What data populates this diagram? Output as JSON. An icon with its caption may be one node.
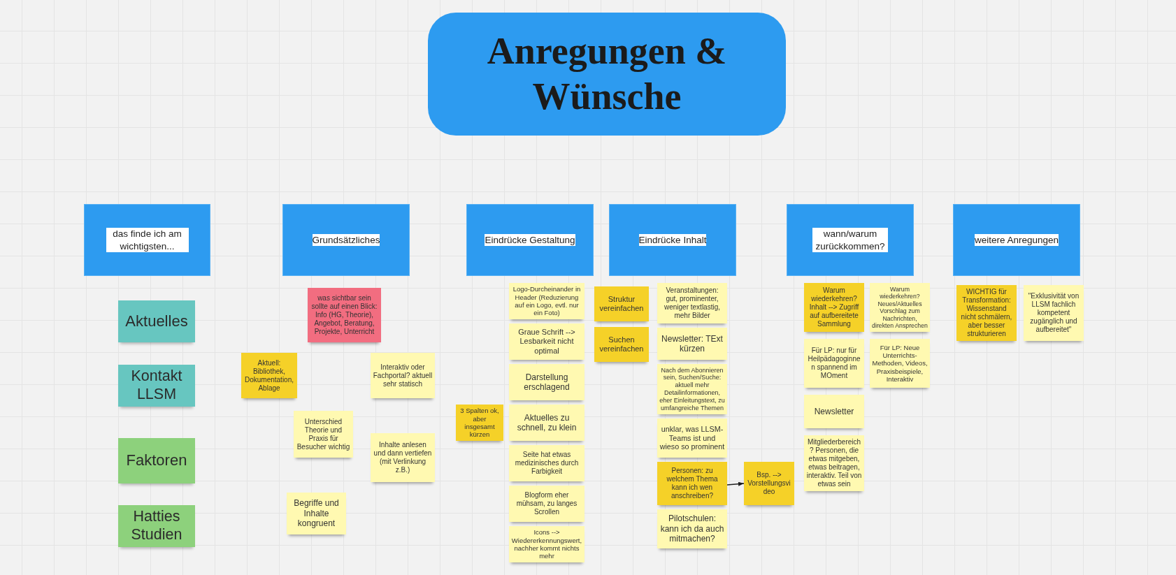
{
  "diagram": {
    "title": "Anregungen & Wünsche",
    "nodes": [
      {
        "text": [
          "das finde ich am wichtigsten..."
        ]
      },
      {
        "text": [
          "Aktuelles"
        ]
      },
      {
        "text": [
          "Kontakt LLSM"
        ]
      },
      {
        "text": [
          "Faktoren"
        ]
      },
      {
        "text": [
          "Hatties Studien"
        ]
      },
      {
        "text": [
          "Grundsätzliches"
        ]
      },
      {
        "text": [
          "was sichtbar sein sollte auf einen Blick: Info (HG, Theorie), Angebot, Beratung, Projekte, Unterricht"
        ]
      },
      {
        "text": [
          "Aktuell: Bibliothek, Dokumentation, Ablage"
        ]
      },
      {
        "text": [
          "Interaktiv oder Fachportal? aktuell sehr statisch"
        ]
      },
      {
        "text": [
          "Unterschied Theorie und Praxis für Besucher wichtig"
        ]
      },
      {
        "text": [
          "Inhalte anlesen und dann vertiefen (mit Verlinkung z.B.)"
        ]
      },
      {
        "text": [
          "Begriffe und Inhalte kongruent"
        ]
      },
      {
        "text": [
          "Eindrücke Gestaltung"
        ]
      },
      {
        "text": [
          "Logo-Durcheinander in Header (Reduzierung auf ein Logo, evtl. nur ein Foto)"
        ]
      },
      {
        "text": [
          "Graue Schrift --> Lesbarkeit nicht optimal"
        ]
      },
      {
        "text": [
          "Darstellung erschlagend"
        ]
      },
      {
        "text": [
          "3 Spalten ok, aber insgesamt kürzen"
        ]
      },
      {
        "text": [
          "Aktuelles zu schnell, zu klein"
        ]
      },
      {
        "text": [
          "Seite hat etwas medizinisches durch Farbigkeit"
        ]
      },
      {
        "text": [
          "Blogform eher mühsam, zu langes Scrollen"
        ]
      },
      {
        "text": [
          "Icons --> Wiedererkennungswert, nachher kommt nichts mehr"
        ]
      },
      {
        "text": [
          "Eindrücke Inhalt"
        ]
      },
      {
        "text": [
          "Struktur vereinfachen"
        ]
      },
      {
        "text": [
          "Suchen vereinfachen"
        ]
      },
      {
        "text": [
          "Veranstaltungen: gut, prominenter, weniger textlastig, mehr Bilder"
        ]
      },
      {
        "text": [
          "Newsletter: TExt kürzen"
        ]
      },
      {
        "text": [
          "Nach dem Abonnieren sein, Suchen/Suche: aktuell mehr Detailinformationen, eher Einleitungstext, zu umfangreiche Themen"
        ]
      },
      {
        "text": [
          "unklar, was LLSM-Teams ist und wieso so prominent"
        ]
      },
      {
        "text": [
          "Personen: zu welchem Thema kann ich wen anschreiben?"
        ]
      },
      {
        "text": [
          "Bsp. --> Vorstellungsvideo"
        ]
      },
      {
        "text": [
          "Pilotschulen: kann ich da auch mitmachen?"
        ]
      },
      {
        "text": [
          "wann/warum zurückkommen?"
        ]
      },
      {
        "text": [
          "Warum wiederkehren? Inhalt --> Zugriff auf aufbereitete Sammlung"
        ]
      },
      {
        "text": [
          "Warum wiederkehren? Neues/Aktuelles Vorschlag zum Nachrichten, direkten Ansprechen"
        ]
      },
      {
        "text": [
          "Für LP: nur für Heilpädagoginnen spannend im MOment"
        ]
      },
      {
        "text": [
          "Für LP: Neue Unterrichts- Methoden, Videos, Praxisbeispiele, Interaktiv"
        ]
      },
      {
        "text": [
          "Newsletter"
        ]
      },
      {
        "text": [
          "Mitgliederbereich ? Personen, die etwas mitgeben, etwas beitragen, interaktiv. Teil von etwas sein"
        ]
      },
      {
        "text": [
          "weitere Anregungen"
        ]
      },
      {
        "text": [
          "WICHTIG für Transformation: Wissenstand nicht schmälern, aber besser strukturieren"
        ]
      },
      {
        "text": [
          "\"Exklusivität von LLSM fachlich kompetent zugänglich und aufbereitet\""
        ]
      }
    ],
    "edges": [
      {
        "from": 28,
        "to": 29,
        "arrow": "to"
      }
    ]
  }
}
